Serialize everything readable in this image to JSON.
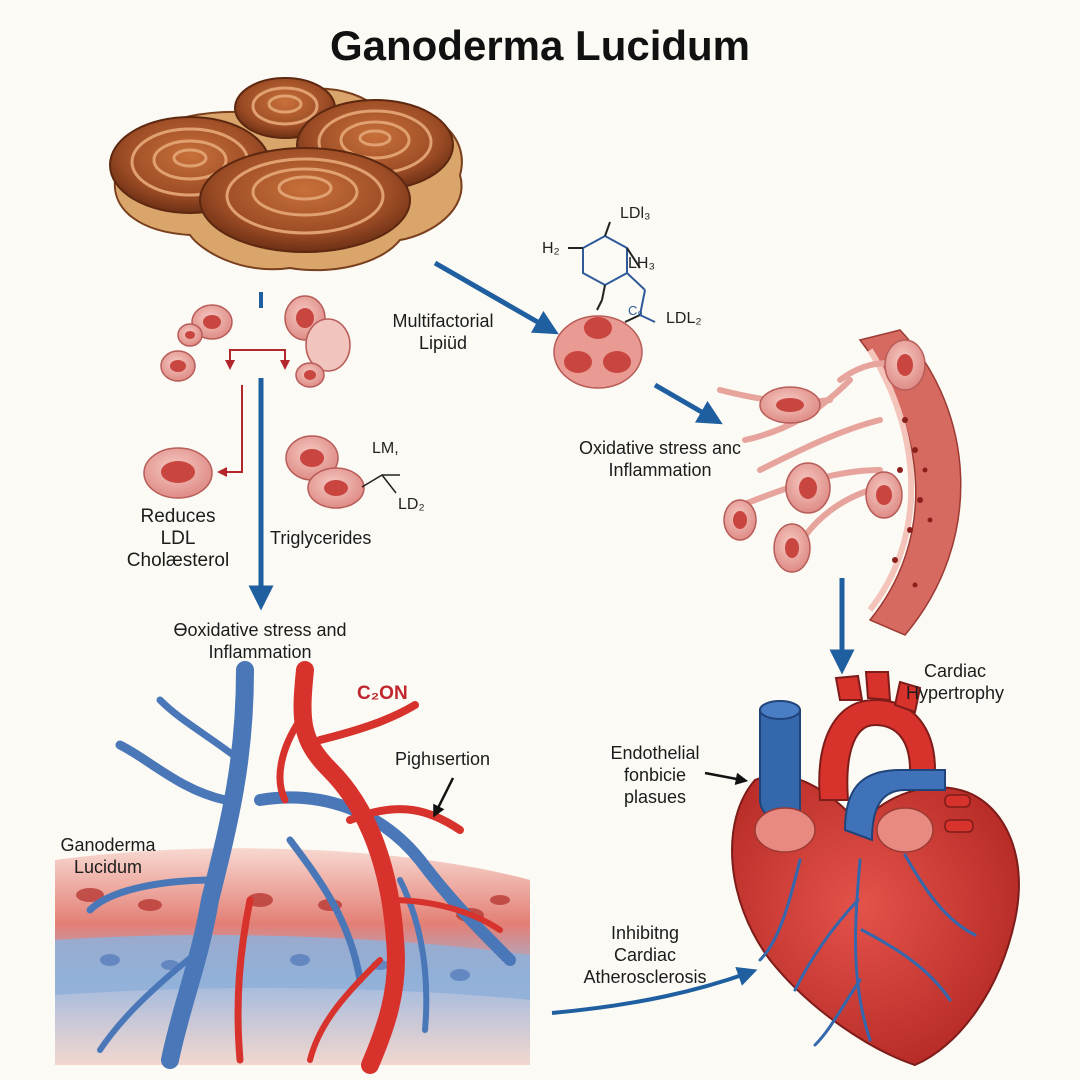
{
  "title": "Ganoderma Lucidum",
  "labels": {
    "multifactorial": [
      "Multifactorial",
      "Lipiüd"
    ],
    "oxidative_right": [
      "Oxidative stress anc",
      "Inflammation"
    ],
    "reduces_ldl": [
      "Reduces",
      "LDL",
      "Cholæsterol"
    ],
    "triglycerides": "Triglycerides",
    "oxidative_center": [
      "Ɵoxidative stress and",
      "Inflammation"
    ],
    "c2on": "C₂ON",
    "pighsertion": "Pighısertion",
    "ganoderma_small": [
      "Ganoderma",
      "Lucidum"
    ],
    "endothelial": [
      "Endothelial",
      "fonbicie",
      "plasues"
    ],
    "cardiac_hypertrophy": [
      "Cardiac",
      "Hypertrophy"
    ],
    "inhibiting": [
      "Inhibitng",
      "Cardiac",
      "Atherosclerosis"
    ]
  },
  "chem": {
    "ldl3": "LDl₃",
    "h2": "H₂",
    "lh3": "LH₃",
    "c0": "C₀",
    "ldl2": "LDL₂",
    "lm": "LM,",
    "ld2": "LD₂"
  },
  "colors": {
    "arrow_blue": "#1f5fa0",
    "arrow_red": "#b3262b",
    "mushroom": "#a65a2e",
    "artery_red": "#d8322c",
    "vein_blue": "#4a77b8",
    "cell_pink": "#e59a96"
  }
}
